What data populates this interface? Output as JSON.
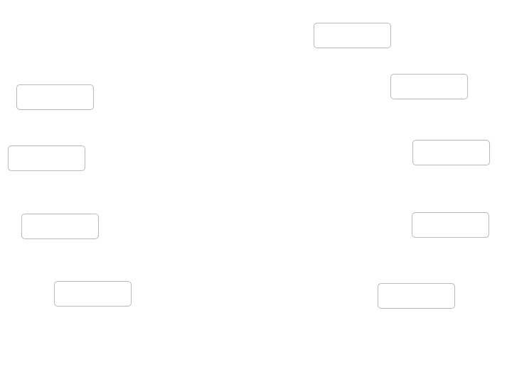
{
  "diagram": {
    "label_boxes": [
      {
        "id": "box-1",
        "text": ""
      },
      {
        "id": "box-2",
        "text": ""
      },
      {
        "id": "box-3",
        "text": ""
      },
      {
        "id": "box-4",
        "text": ""
      },
      {
        "id": "box-5",
        "text": ""
      },
      {
        "id": "box-6",
        "text": ""
      },
      {
        "id": "box-7",
        "text": ""
      },
      {
        "id": "box-8",
        "text": ""
      },
      {
        "id": "box-9",
        "text": ""
      }
    ],
    "colors": {
      "background": "#ffffff",
      "box_border": "#b8b8b8"
    }
  }
}
